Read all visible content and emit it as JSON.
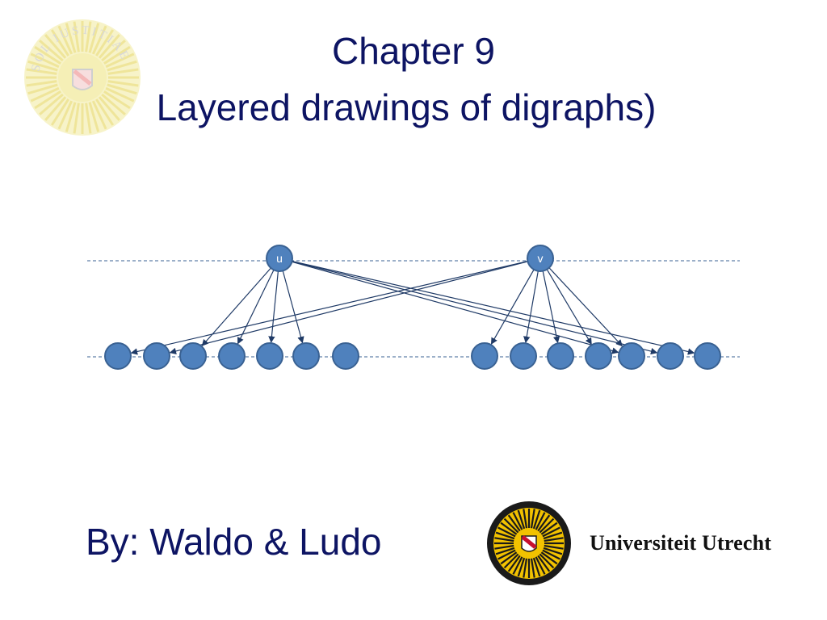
{
  "slide": {
    "title_line_1": "Chapter 9",
    "title_line_2": "Layered drawings of digraphs)",
    "byline": "By: Waldo & Ludo"
  },
  "logo": {
    "wordmark": "Universiteit Utrecht",
    "seal_text": "SOL IUSTITIAE ILLUSTRA NOS"
  },
  "diagram": {
    "top_layer_nodes": [
      {
        "id": "u",
        "label": "u"
      },
      {
        "id": "v",
        "label": "v"
      }
    ],
    "bottom_layer": {
      "left_group_count": 7,
      "right_group_count": 7
    },
    "edges": [
      {
        "from": "u",
        "to": [
          "L2",
          "L3",
          "L4",
          "L5",
          "R4",
          "R5",
          "R6"
        ]
      },
      {
        "from": "v",
        "to": [
          "L0",
          "L1",
          "R0",
          "R1",
          "R2",
          "R3",
          "R4"
        ]
      }
    ]
  },
  "colors": {
    "title": "#0d1463",
    "node_fill": "#4f81bd",
    "node_stroke": "#3a6293",
    "edge": "#1f3a66",
    "layer_line": "#3a6293",
    "seal_gold": "#f2c200",
    "seal_dark": "#1a1a1a"
  }
}
